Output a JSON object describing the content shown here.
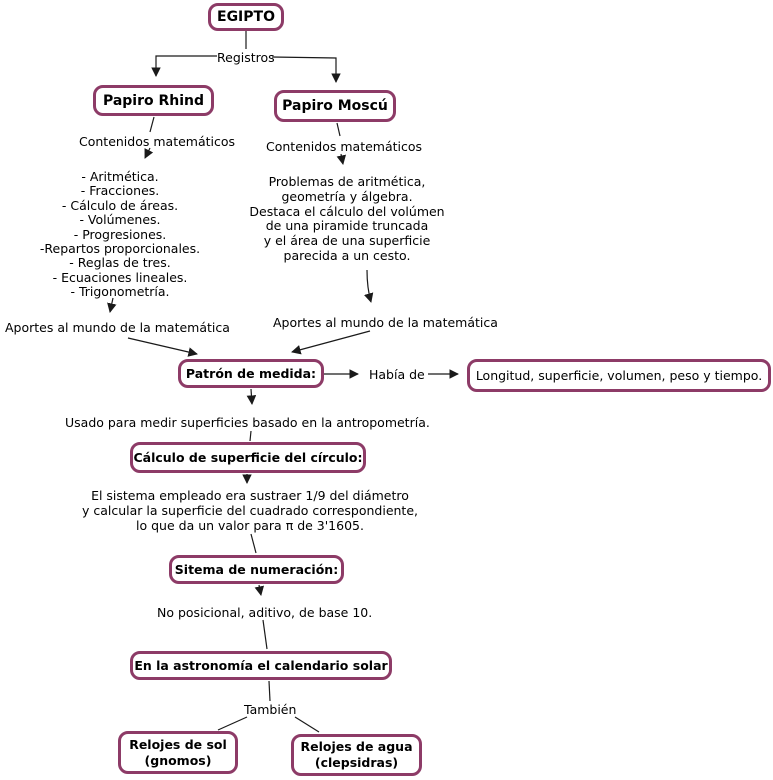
{
  "nodes": {
    "egipto": {
      "label": "EGIPTO"
    },
    "papiro_rhind": {
      "label": "Papiro Rhind"
    },
    "papiro_moscu": {
      "label": "Papiro Moscú"
    },
    "patron_de_medida": {
      "label": "Patrón de medida:"
    },
    "magnitudes": {
      "label": "Longitud, superficie, volumen, peso y tiempo."
    },
    "calculo_circulo": {
      "label": "Cálculo de superficie del círculo:"
    },
    "sistema_numeracion": {
      "label": "Sitema de numeración:"
    },
    "calendario_solar": {
      "label": "En la astronomía el calendario solar"
    },
    "relojes_sol": {
      "lines": [
        "Relojes de sol",
        "(gnomos)"
      ]
    },
    "relojes_agua": {
      "lines": [
        "Relojes de agua",
        "(clepsidras)"
      ]
    }
  },
  "edge_labels": {
    "registros": "Registros",
    "contenidos_rhind": "Contenidos matemáticos",
    "contenidos_moscu": "Contenidos matemáticos",
    "aportes_rhind": "Aportes al mundo de la matemática",
    "aportes_moscu": "Aportes al mundo de la matemática",
    "habia_de": "Había de",
    "tambien": "También"
  },
  "text_blocks": {
    "rhind_contents": [
      "- Aritmética.",
      "- Fracciones.",
      "- Cálculo de áreas.",
      "- Volúmenes.",
      "- Progresiones.",
      "-Repartos proporcionales.",
      "- Reglas de tres.",
      "- Ecuaciones lineales.",
      "- Trigonometría."
    ],
    "moscu_description": [
      "Problemas de aritmética,",
      "geometría y álgebra.",
      "Destaca el cálculo del volúmen",
      "de una piramide truncada",
      "y el área de una superficie",
      "parecida a un cesto."
    ],
    "usado_antropometria": "Usado para medir superficies basado en la antropometría.",
    "sistema_circulo": [
      "El sistema empleado era sustraer 1/9 del diámetro",
      "y calcular la superficie del cuadrado correspondiente,",
      "lo que da un valor para π de 3'1605."
    ],
    "numeracion_descripcion": "No posicional, aditivo, de base 10."
  },
  "colors": {
    "node_border": "#8d3b67",
    "node_fill": "#ffffff",
    "text": "#000000",
    "connector": "#1a1a1a",
    "background": "#ffffff"
  }
}
